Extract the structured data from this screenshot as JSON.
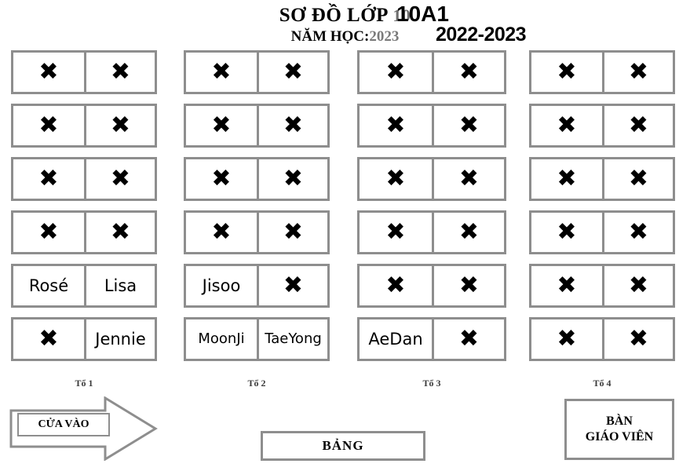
{
  "title": {
    "heading_prefix": "SƠ ĐỒ LỚP ",
    "heading_faint": "10",
    "class_overlay": "10A1",
    "year_prefix": "NĂM HỌC:",
    "year_faint": "2023",
    "year_overlay": "2022-2023"
  },
  "legend": {
    "empty_seat_mark": "✖",
    "empty_seat_icon": "cross-mark-icon"
  },
  "groups": [
    {
      "caption": "Tổ 1",
      "rows": [
        [
          "✖",
          "✖"
        ],
        [
          "✖",
          "✖"
        ],
        [
          "✖",
          "✖"
        ],
        [
          "✖",
          "✖"
        ],
        [
          "Rosé",
          "Lisa"
        ],
        [
          "✖",
          "Jennie"
        ]
      ]
    },
    {
      "caption": "Tổ 2",
      "rows": [
        [
          "✖",
          "✖"
        ],
        [
          "✖",
          "✖"
        ],
        [
          "✖",
          "✖"
        ],
        [
          "✖",
          "✖"
        ],
        [
          "Jisoo",
          "✖"
        ],
        [
          "MoonJi",
          "TaeYong"
        ]
      ]
    },
    {
      "caption": "Tổ 3",
      "rows": [
        [
          "✖",
          "✖"
        ],
        [
          "✖",
          "✖"
        ],
        [
          "✖",
          "✖"
        ],
        [
          "✖",
          "✖"
        ],
        [
          "✖",
          "✖"
        ],
        [
          "AeDan",
          "✖"
        ]
      ]
    },
    {
      "caption": "Tổ 4",
      "rows": [
        [
          "✖",
          "✖"
        ],
        [
          "✖",
          "✖"
        ],
        [
          "✖",
          "✖"
        ],
        [
          "✖",
          "✖"
        ],
        [
          "✖",
          "✖"
        ],
        [
          "✖",
          "✖"
        ]
      ]
    }
  ],
  "fixtures": {
    "door_label": "CỬA VÀO",
    "board_label": "BẢNG",
    "teacher_desk_line1": "BÀN",
    "teacher_desk_line2": "GIÁO VIÊN"
  },
  "colors": {
    "desk_border": "#8e8e8e",
    "text": "#000000",
    "caption": "#3a3a3a",
    "background": "#ffffff"
  }
}
